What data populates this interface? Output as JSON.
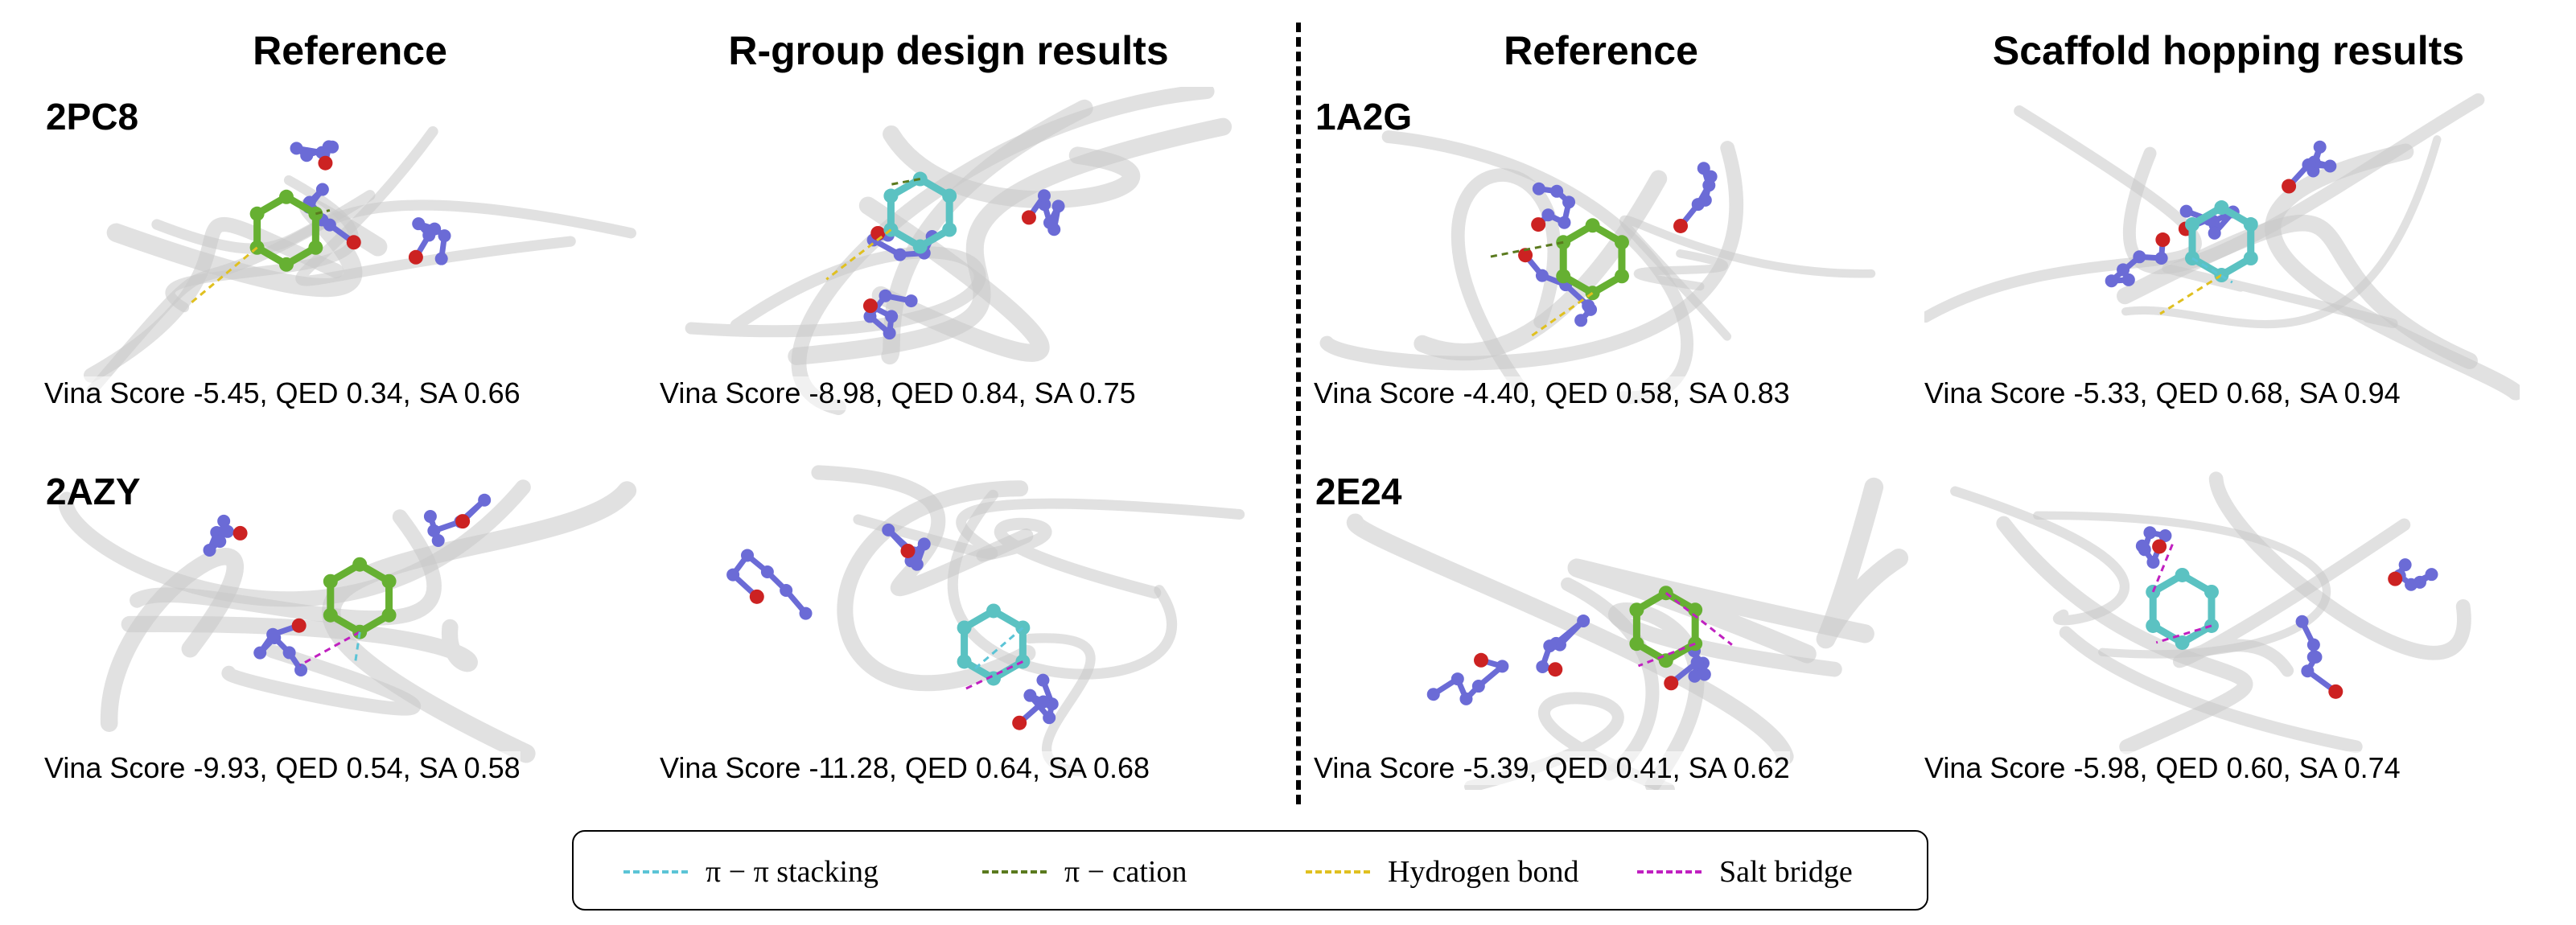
{
  "columns": [
    {
      "title": "Reference"
    },
    {
      "title": "R-group design results"
    },
    {
      "title": "Reference"
    },
    {
      "title": "Scaffold hopping results"
    }
  ],
  "panels": [
    {
      "pdb": "2PC8",
      "score": "Vina Score -5.45, QED 0.34, SA 0.66"
    },
    {
      "pdb": "",
      "score": "Vina Score -8.98, QED 0.84, SA 0.75"
    },
    {
      "pdb": "1A2G",
      "score": "Vina Score -4.40, QED 0.58, SA 0.83"
    },
    {
      "pdb": "",
      "score": "Vina Score -5.33, QED 0.68, SA 0.94"
    },
    {
      "pdb": "2AZY",
      "score": "Vina Score -9.93, QED 0.54, SA 0.58"
    },
    {
      "pdb": "",
      "score": "Vina Score -11.28, QED 0.64, SA 0.68"
    },
    {
      "pdb": "2E24",
      "score": "Vina Score -5.39, QED 0.41, SA 0.62"
    },
    {
      "pdb": "",
      "score": "Vina Score -5.98, QED 0.60, SA 0.74"
    }
  ],
  "legend": [
    {
      "label": "π − π stacking",
      "color": "#5bc4d6"
    },
    {
      "label": "π − cation",
      "color": "#5a7a1e"
    },
    {
      "label": "Hydrogen bond",
      "color": "#e0c020"
    },
    {
      "label": "Salt bridge",
      "color": "#c020c0"
    }
  ],
  "colors": {
    "reference_ligand": "#66b032",
    "designed_ligand": "#5bc2c2",
    "protein_residue": "#6b6bd6",
    "protein_cartoon": "#c8c8c8",
    "oxygen": "#cc2222"
  }
}
